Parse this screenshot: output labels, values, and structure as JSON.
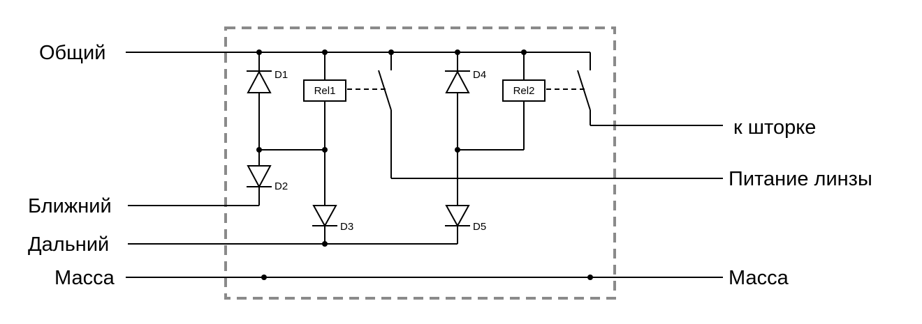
{
  "colors": {
    "frame": "#8a8a8a",
    "wire": "#000000",
    "background": "#ffffff"
  },
  "terminals": {
    "common": "Общий",
    "near": "Ближний",
    "far": "Дальний",
    "ground_left": "Масса",
    "shutter": "к шторке",
    "lens_power": "Питание линзы",
    "ground_right": "Масса"
  },
  "components": {
    "d1": "D1",
    "d2": "D2",
    "d3": "D3",
    "d4": "D4",
    "d5": "D5",
    "rel1": "Rel1",
    "rel2": "Rel2"
  }
}
